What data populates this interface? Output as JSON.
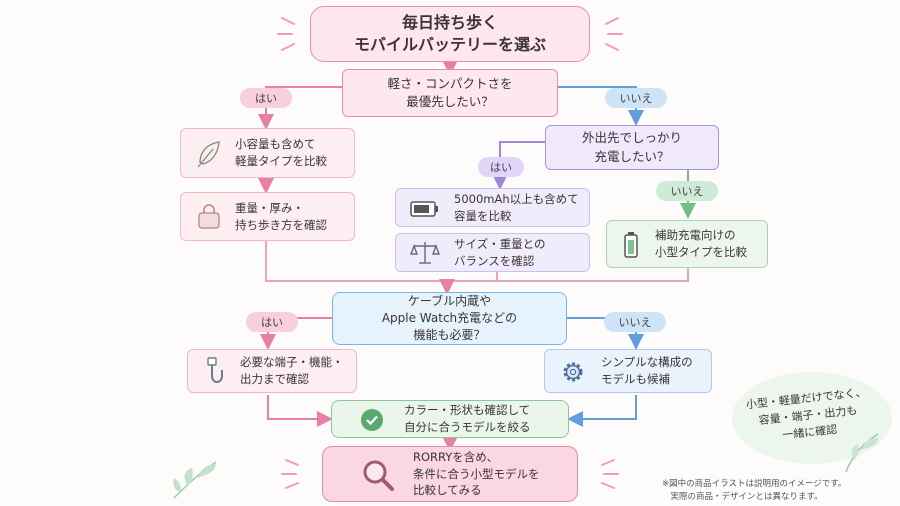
{
  "title": "毎日持ち歩く\nモバイルバッテリーを選ぶ",
  "q_compact": "軽さ・コンパクトさを\n最優先したい？",
  "q_charge": "外出先でしっかり\n充電したい？",
  "q_cable": "ケーブル内蔵や\nApple Watch充電などの\n機能も必要？",
  "labels": {
    "yes1": "はい",
    "no1": "いいえ",
    "yes2": "はい",
    "no2": "いいえ",
    "yes3": "はい",
    "no3": "いいえ"
  },
  "actions": {
    "small": "小容量も含めて\n軽量タイプを比較",
    "weight": "重量・厚み・\n持ち歩き方を確認",
    "cap": "5000mAh以上も含めて\n容量を比較",
    "balance": "サイズ・重量との\nバランスを確認",
    "aux": "補助充電向けの\n小型タイプを比較",
    "ports": "必要な端子・機能・\n出力まで確認",
    "simple": "シンプルな構成の\nモデルも候補",
    "color": "カラー・形状も確認して\n自分に合うモデルを絞る",
    "final": "RORRYを含め、\n条件に合う小型モデルを\n比較してみる"
  },
  "side_note": "小型・軽量だけでなく、\n容量・端子・出力も\n一緒に確認",
  "footnote": "※図中の商品イラストは説明用のイメージです。\n　実際の商品・デザインとは異なります。",
  "icons": [
    "feather-icon",
    "bag-icon",
    "battery-icon",
    "scale-icon",
    "battery-vertical-icon",
    "cable-icon",
    "gear-icon",
    "check-icon",
    "magnifier-icon",
    "leaf-icon"
  ],
  "colors": {
    "pink": "#e98bae",
    "blue": "#6ea9e0",
    "purple": "#a58fdc",
    "green": "#7fc48f"
  }
}
